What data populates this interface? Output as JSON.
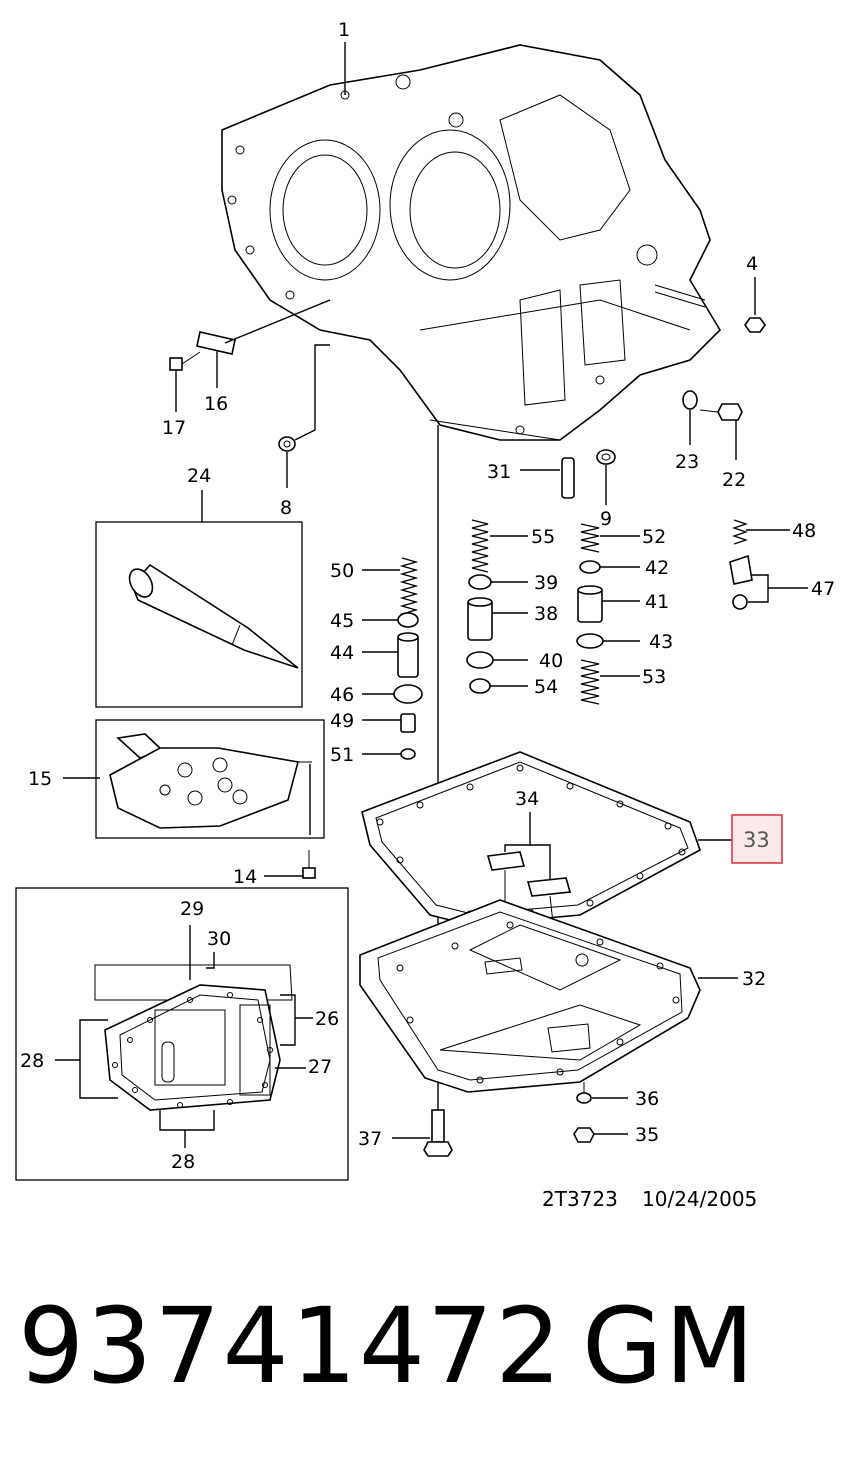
{
  "labels": {
    "l1": "1",
    "l4": "4",
    "l8": "8",
    "l9": "9",
    "l14": "14",
    "l15": "15",
    "l16": "16",
    "l17": "17",
    "l22": "22",
    "l23": "23",
    "l24": "24",
    "l26": "26",
    "l27": "27",
    "l28a": "28",
    "l28b": "28",
    "l29": "29",
    "l30": "30",
    "l31": "31",
    "l32": "32",
    "l33": "33",
    "l34": "34",
    "l35": "35",
    "l36": "36",
    "l37": "37",
    "l38": "38",
    "l39": "39",
    "l40": "40",
    "l41": "41",
    "l42": "42",
    "l43": "43",
    "l44": "44",
    "l45": "45",
    "l46": "46",
    "l47": "47",
    "l48": "48",
    "l49": "49",
    "l50": "50",
    "l51": "51",
    "l52": "52",
    "l53": "53",
    "l54": "54",
    "l55": "55"
  },
  "highlighted_part": "33",
  "highlight_color": "#e0384a",
  "reference": {
    "code": "2T3723",
    "date": "10/24/2005"
  },
  "footer": {
    "part_number": "93741472",
    "brand": "GM"
  }
}
